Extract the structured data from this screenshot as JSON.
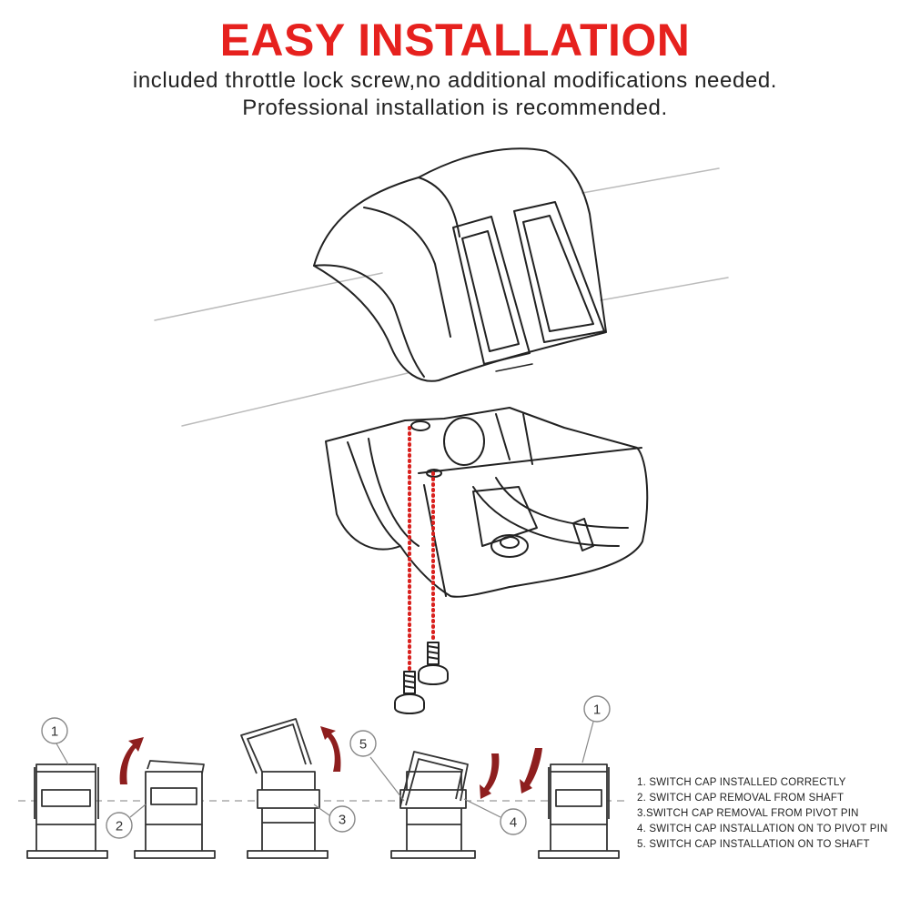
{
  "header": {
    "title": "EASY INSTALLATION",
    "subtitle_line1": "included throttle lock screw,no additional modifications needed.",
    "subtitle_line2": "Professional installation is recommended."
  },
  "colors": {
    "title": "#e6211e",
    "text": "#1a1a1a",
    "line_art": "#222222",
    "screw_path_dots": "#d9211e",
    "step_arrows": "#8e1e1e",
    "callout_circles": "#888888"
  },
  "callouts": {
    "c1a": "1",
    "c2": "2",
    "c3": "3",
    "c5": "5",
    "c4": "4",
    "c1b": "1"
  },
  "legend": {
    "items": [
      "1. SWITCH CAP INSTALLED CORRECTLY",
      "2. SWITCH CAP REMOVAL FROM SHAFT",
      "3.SWITCH CAP REMOVAL FROM PIVOT PIN",
      "4. SWITCH CAP INSTALLATION ON TO PIVOT PIN",
      "5. SWITCH CAP INSTALLATION ON TO SHAFT"
    ]
  }
}
